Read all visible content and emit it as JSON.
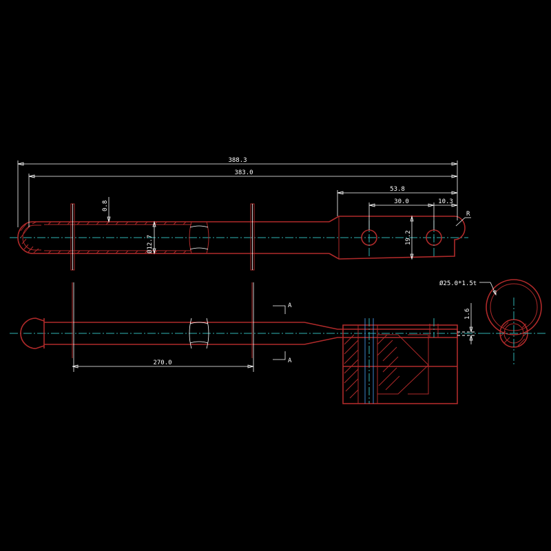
{
  "drawing": {
    "background": "#000000",
    "part_color": "#b02a2a",
    "dimension_color": "#ffffff",
    "centerline_color": "#2fb4b4"
  },
  "dimensions": {
    "overall_length": "388.3",
    "body_length": "383.0",
    "fork_length": "53.8",
    "hole_spacing": "30.0",
    "hole_to_end": "10.3",
    "radius_label": "R",
    "wall_thickness": "0.8",
    "rod_diameter": "Ø12.7",
    "fork_width": "19.2",
    "section_length": "270.0",
    "tube_spec": "Ø25.0*1.5t",
    "slot_gap": "1.6"
  },
  "section_markers": {
    "top": "A",
    "bottom": "A"
  }
}
